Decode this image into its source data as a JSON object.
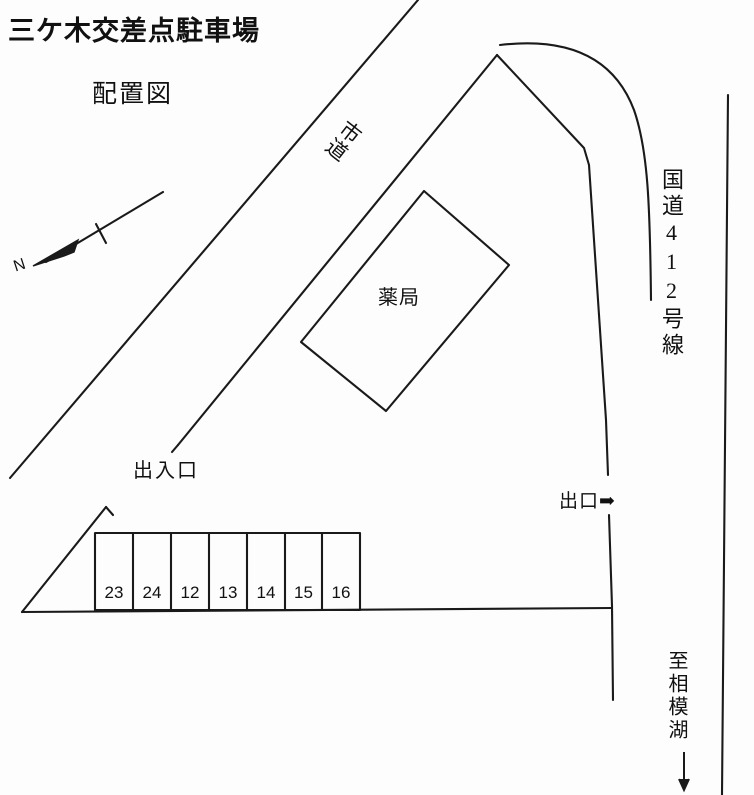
{
  "document": {
    "title": "三ケ木交差点駐車場",
    "subtitle": "配置図"
  },
  "map": {
    "compass": {
      "label": "N",
      "icon": "north-arrow-icon"
    },
    "roads": [
      {
        "id": "city-road",
        "label": "市道",
        "orientation": "diagonal"
      },
      {
        "id": "national-route-412",
        "label": "国道412号線",
        "orientation": "vertical"
      }
    ],
    "direction_note": {
      "label": "至相模湖",
      "icon": "down-arrow-icon"
    },
    "building": {
      "label": "薬局"
    },
    "access_points": [
      {
        "id": "entrance-exit",
        "label": "出入口"
      },
      {
        "id": "exit",
        "label": "出口",
        "icon": "right-arrow-icon",
        "arrow": "➡"
      }
    ],
    "parking": {
      "stall_count": 7,
      "stalls": [
        {
          "number": "23"
        },
        {
          "number": "24"
        },
        {
          "number": "12"
        },
        {
          "number": "13"
        },
        {
          "number": "14"
        },
        {
          "number": "15"
        },
        {
          "number": "16"
        }
      ]
    }
  },
  "colors": {
    "ink": "#111111",
    "paper": "#fdfdfd",
    "line": "#1a1a1a"
  }
}
